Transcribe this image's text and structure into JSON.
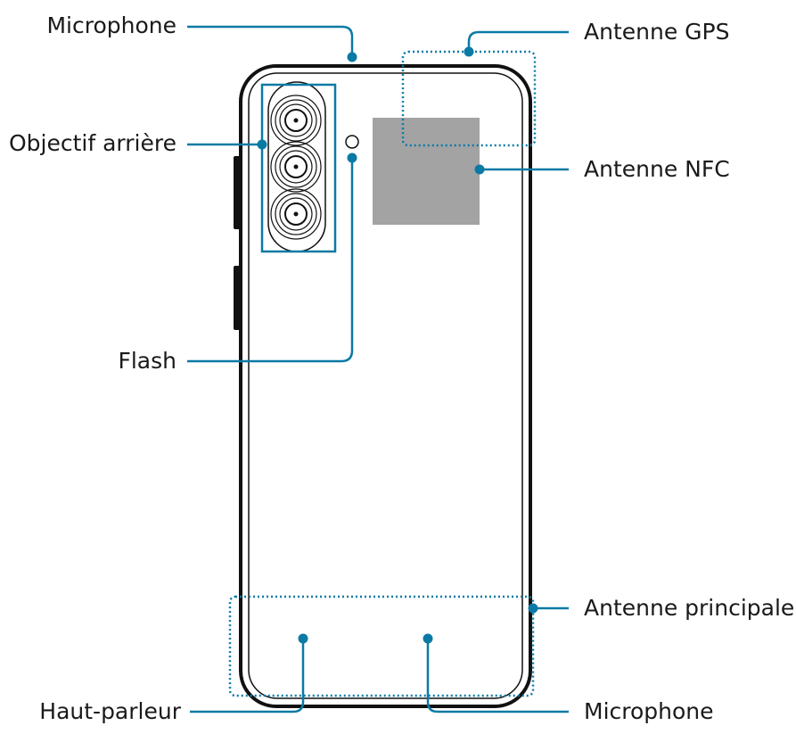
{
  "colors": {
    "callout": "#0a7aa5",
    "outline": "#111111",
    "nfc_fill": "#a3a3a3"
  },
  "labels": {
    "microphone_top": "Microphone",
    "rear_camera": "Objectif arrière",
    "flash": "Flash",
    "speaker": "Haut-parleur",
    "gps_antenna": "Antenne GPS",
    "nfc_antenna": "Antenne NFC",
    "main_antenna": "Antenne principale",
    "microphone_bottom": "Microphone"
  }
}
